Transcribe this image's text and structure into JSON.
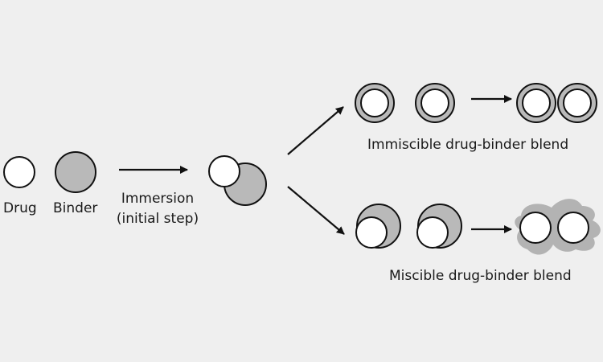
{
  "labels": {
    "drug": "Drug",
    "binder": "Binder",
    "immersion_line1": "Immersion",
    "immersion_line2": "(initial step)",
    "immiscible": "Immiscible drug-binder blend",
    "miscible": "Miscible drug-binder blend"
  },
  "colors": {
    "background": "#efefef",
    "binder_fill": "#b9b9b9",
    "drug_fill": "#ffffff",
    "stroke": "#111111"
  }
}
